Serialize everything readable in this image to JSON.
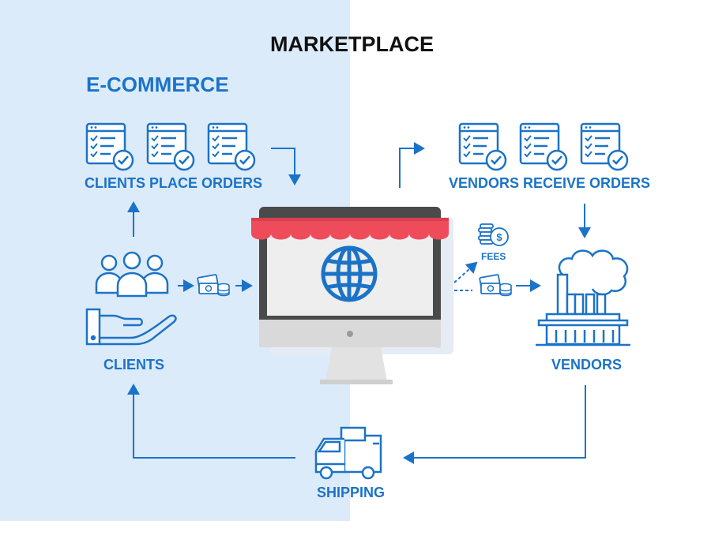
{
  "diagram": {
    "title": "MARKETPLACE",
    "ecommerce_label": "E-COMMERCE",
    "clients_place_orders": "CLIENTS PLACE ORDERS",
    "vendors_receive_orders": "VENDORS RECEIVE ORDERS",
    "clients": "CLIENTS",
    "vendors": "VENDORS",
    "fees": "FEES",
    "shipping": "SHIPPING"
  },
  "colors": {
    "accent_blue": "#1b73c7",
    "light_blue_panel": "#dcebfa",
    "awning_red": "#ef4c5b",
    "monitor_frame": "#4a4a4a",
    "screen_gray": "#eeeeee",
    "stand_gray": "#d6d6d6"
  },
  "icons": [
    "order-checklist-icon",
    "people-icon",
    "hand-icon",
    "cash-icon",
    "coins-icon",
    "globe-icon",
    "factory-icon",
    "truck-icon"
  ]
}
